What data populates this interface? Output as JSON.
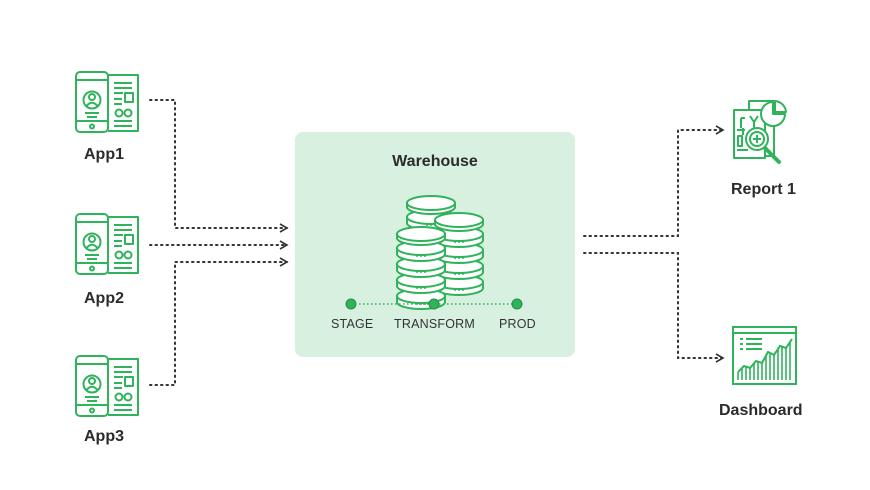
{
  "sources": [
    {
      "label": "App1"
    },
    {
      "label": "App2"
    },
    {
      "label": "App3"
    }
  ],
  "warehouse": {
    "title": "Warehouse",
    "stages": [
      "STAGE",
      "TRANSFORM",
      "PROD"
    ]
  },
  "outputs": [
    {
      "label": "Report 1"
    },
    {
      "label": "Dashboard"
    }
  ],
  "colors": {
    "icon_green": "#2fb35b",
    "box_fill": "#d8f0e0",
    "line": "#333333"
  }
}
